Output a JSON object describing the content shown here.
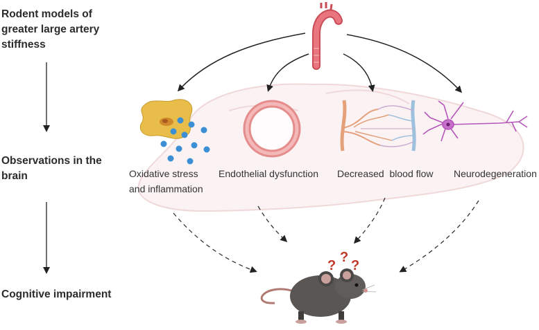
{
  "stages": {
    "model": "Rodent models of greater large artery stiffness",
    "observations": "Observations in the brain",
    "outcome": "Cognitive impairment"
  },
  "observations": {
    "oxidative": {
      "line1": "Oxidative stress",
      "line2": "and inflammation"
    },
    "endothelial": "Endothelial dysfunction",
    "blood_flow": "Decreased  blood flow",
    "neuro": "Neurodegeneration"
  },
  "mouse_symbols": [
    "?",
    "?",
    "?"
  ],
  "colors": {
    "artery": "#e0606a",
    "brain_outline": "#f0d8d8",
    "macrophage": "#e8bd4a",
    "ros_dots": "#3c8fd2",
    "endothelium": "#e58d8d",
    "vessel_red": "#e4a07a",
    "vessel_blue": "#9dc0de",
    "neuron": "#b455b8",
    "mouse": "#595653",
    "question_marks": "#c0392b"
  }
}
